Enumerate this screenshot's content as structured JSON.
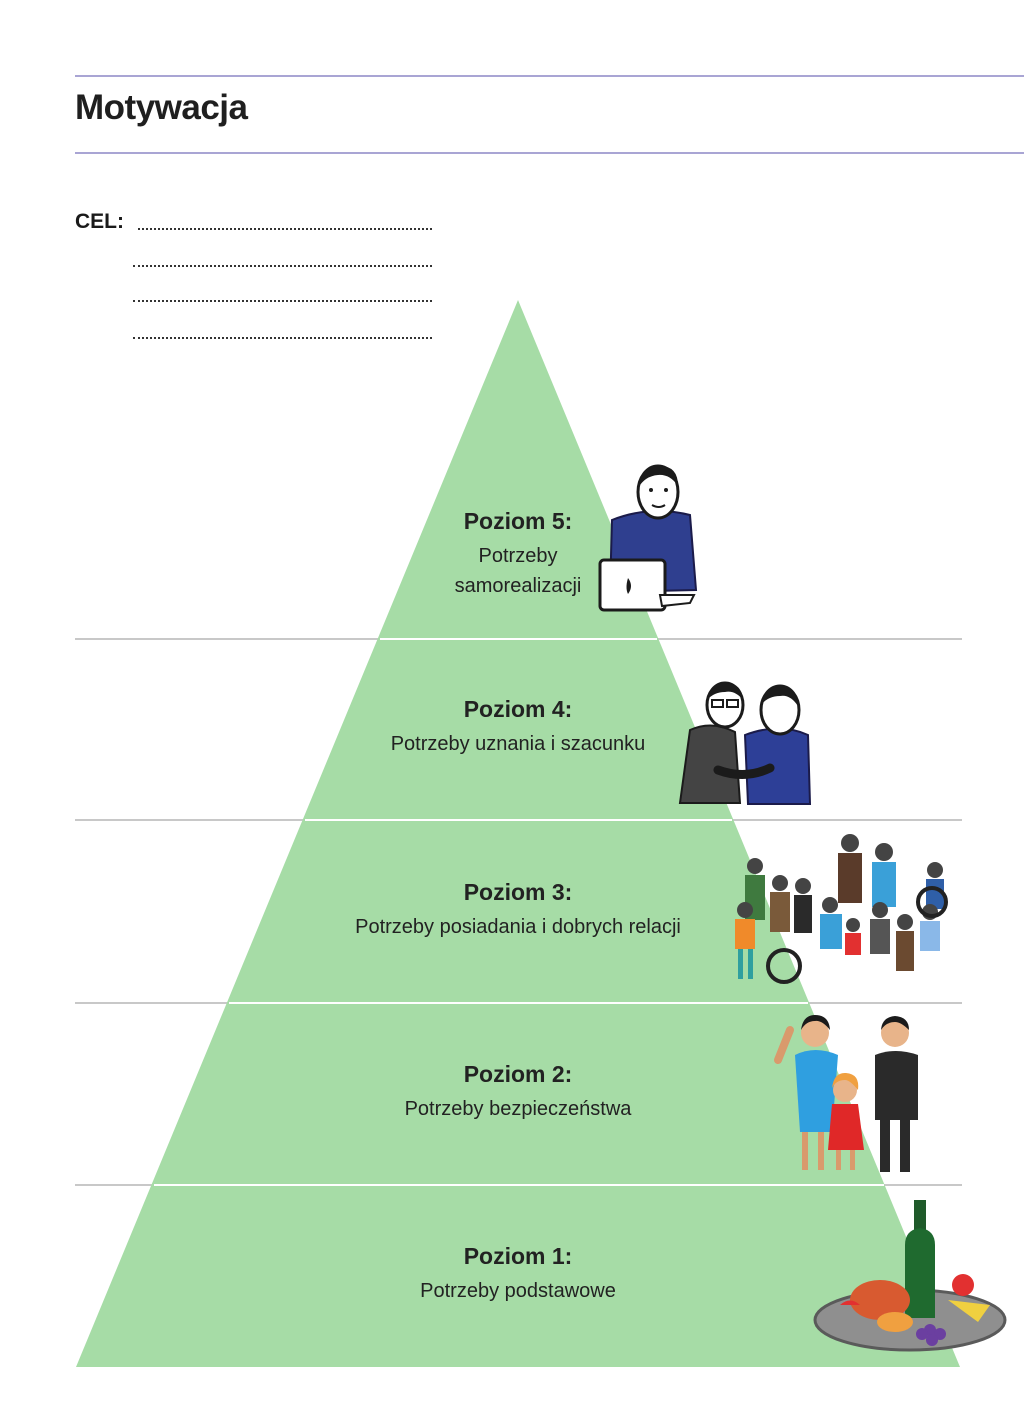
{
  "page": {
    "title": "Motywacja",
    "goal_label": "CEL:",
    "goal_lines_count": 4
  },
  "colors": {
    "pyramid_fill": "#a6dca6",
    "rule_color": "#a9a5d4",
    "divider_color": "#c8c8c8"
  },
  "levels": [
    {
      "id": 5,
      "title": "Poziom 5:",
      "desc_line1": "Potrzeby",
      "desc_line2": "samorealizacji",
      "illustration": "person-with-laptop-icon"
    },
    {
      "id": 4,
      "title": "Poziom 4:",
      "desc_line1": "Potrzeby uznania i szacunku",
      "illustration": "handshake-icon"
    },
    {
      "id": 3,
      "title": "Poziom 3:",
      "desc_line1": "Potrzeby posiadania i dobrych relacji",
      "illustration": "crowd-icon"
    },
    {
      "id": 2,
      "title": "Poziom 2:",
      "desc_line1": "Potrzeby bezpieczeństwa",
      "illustration": "family-icon"
    },
    {
      "id": 1,
      "title": "Poziom 1:",
      "desc_line1": "Potrzeby podstawowe",
      "illustration": "food-platter-icon"
    }
  ]
}
